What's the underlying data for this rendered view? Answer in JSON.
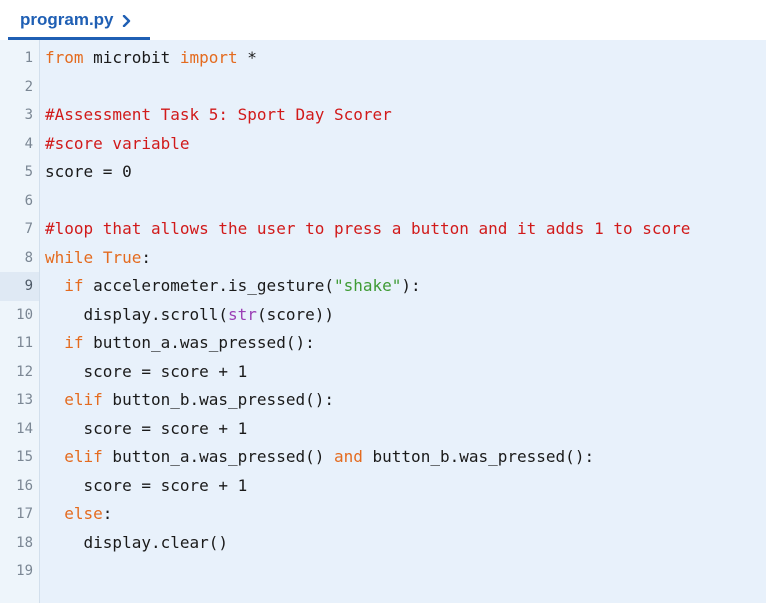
{
  "tab": {
    "label": "program.py",
    "chevron_icon": "chevron-right-icon",
    "accent_color": "#1f5fb4"
  },
  "editor": {
    "background_color": "#e8f1fb",
    "active_line": 9,
    "line_numbers": [
      "1",
      "2",
      "3",
      "4",
      "5",
      "6",
      "7",
      "8",
      "9",
      "10",
      "11",
      "12",
      "13",
      "14",
      "15",
      "16",
      "17",
      "18",
      "19"
    ],
    "lines": [
      [
        {
          "t": "from",
          "c": "kw"
        },
        {
          "t": " microbit ",
          "c": ""
        },
        {
          "t": "import",
          "c": "kw"
        },
        {
          "t": " *",
          "c": ""
        }
      ],
      [],
      [
        {
          "t": "#Assessment Task 5: Sport Day Scorer",
          "c": "cm"
        }
      ],
      [
        {
          "t": "#score variable",
          "c": "cm"
        }
      ],
      [
        {
          "t": "score = 0",
          "c": ""
        }
      ],
      [],
      [
        {
          "t": "#loop that allows the user to press a button and it adds 1 to score",
          "c": "cm"
        }
      ],
      [
        {
          "t": "while",
          "c": "kw"
        },
        {
          "t": " ",
          "c": ""
        },
        {
          "t": "True",
          "c": "kw"
        },
        {
          "t": ":",
          "c": ""
        }
      ],
      [
        {
          "t": "  ",
          "c": ""
        },
        {
          "t": "if",
          "c": "kw"
        },
        {
          "t": " accelerometer.is_gesture(",
          "c": ""
        },
        {
          "t": "\"shake\"",
          "c": "st"
        },
        {
          "t": "):",
          "c": ""
        }
      ],
      [
        {
          "t": "    display.scroll(",
          "c": ""
        },
        {
          "t": "str",
          "c": "bi"
        },
        {
          "t": "(score))",
          "c": ""
        }
      ],
      [
        {
          "t": "  ",
          "c": ""
        },
        {
          "t": "if",
          "c": "kw"
        },
        {
          "t": " button_a.was_pressed():",
          "c": ""
        }
      ],
      [
        {
          "t": "    score = score + 1",
          "c": ""
        }
      ],
      [
        {
          "t": "  ",
          "c": ""
        },
        {
          "t": "elif",
          "c": "kw"
        },
        {
          "t": " button_b.was_pressed():",
          "c": ""
        }
      ],
      [
        {
          "t": "    score = score + 1",
          "c": ""
        }
      ],
      [
        {
          "t": "  ",
          "c": ""
        },
        {
          "t": "elif",
          "c": "kw"
        },
        {
          "t": " button_a.was_pressed() ",
          "c": ""
        },
        {
          "t": "and",
          "c": "kw"
        },
        {
          "t": " button_b.was_pressed():",
          "c": ""
        }
      ],
      [
        {
          "t": "    score = score + 1",
          "c": ""
        }
      ],
      [
        {
          "t": "  ",
          "c": ""
        },
        {
          "t": "else",
          "c": "kw"
        },
        {
          "t": ":",
          "c": ""
        }
      ],
      [
        {
          "t": "    display.clear()",
          "c": ""
        }
      ],
      []
    ]
  }
}
